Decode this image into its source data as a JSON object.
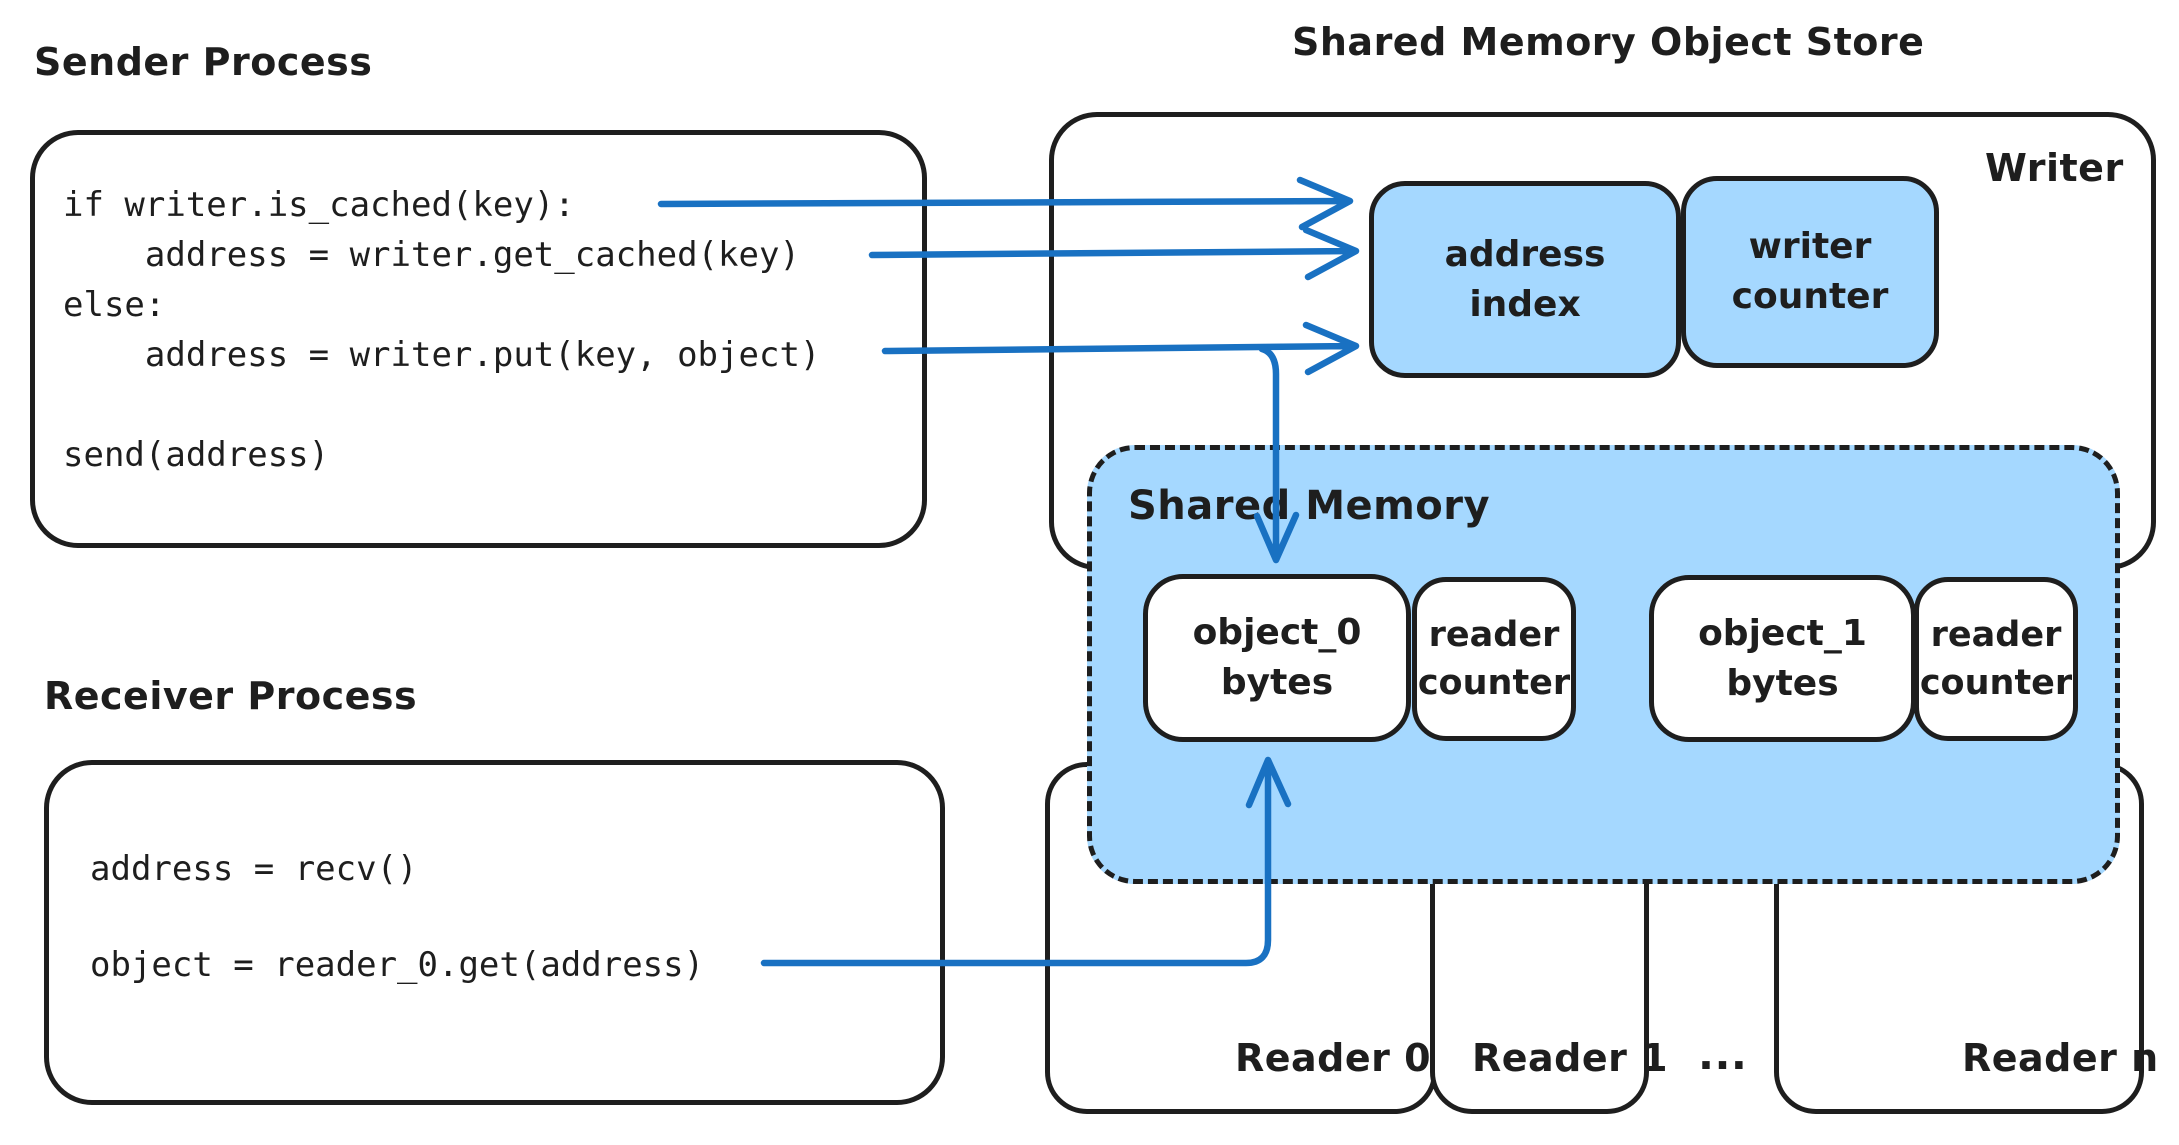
{
  "colors": {
    "ink": "#1e1e1e",
    "arrow_blue": "#1971c2",
    "fill_blue": "#a5d8ff",
    "box_white": "#ffffff"
  },
  "sender": {
    "title": "Sender Process",
    "code_lines": [
      "if writer.is_cached(key):",
      "    address = writer.get_cached(key)",
      "else:",
      "    address = writer.put(key, object)",
      "",
      "send(address)"
    ]
  },
  "receiver": {
    "title": "Receiver Process",
    "code_lines": [
      "address = recv()",
      "",
      "object = reader_0.get(address)"
    ]
  },
  "store": {
    "title": "Shared Memory Object Store",
    "writer_label": "Writer",
    "address_index": {
      "line1": "address",
      "line2": "index"
    },
    "writer_counter": {
      "line1": "writer",
      "line2": "counter"
    },
    "shared_memory_label": "Shared Memory",
    "slots": [
      {
        "line1": "object_0",
        "line2": "bytes"
      },
      {
        "line1": "reader",
        "line2": "counter"
      },
      {
        "line1": "object_1",
        "line2": "bytes"
      },
      {
        "line1": "reader",
        "line2": "counter"
      }
    ],
    "readers": {
      "reader0": "Reader 0",
      "reader1": "Reader 1",
      "ellipsis": "...",
      "readern": "Reader n"
    }
  }
}
